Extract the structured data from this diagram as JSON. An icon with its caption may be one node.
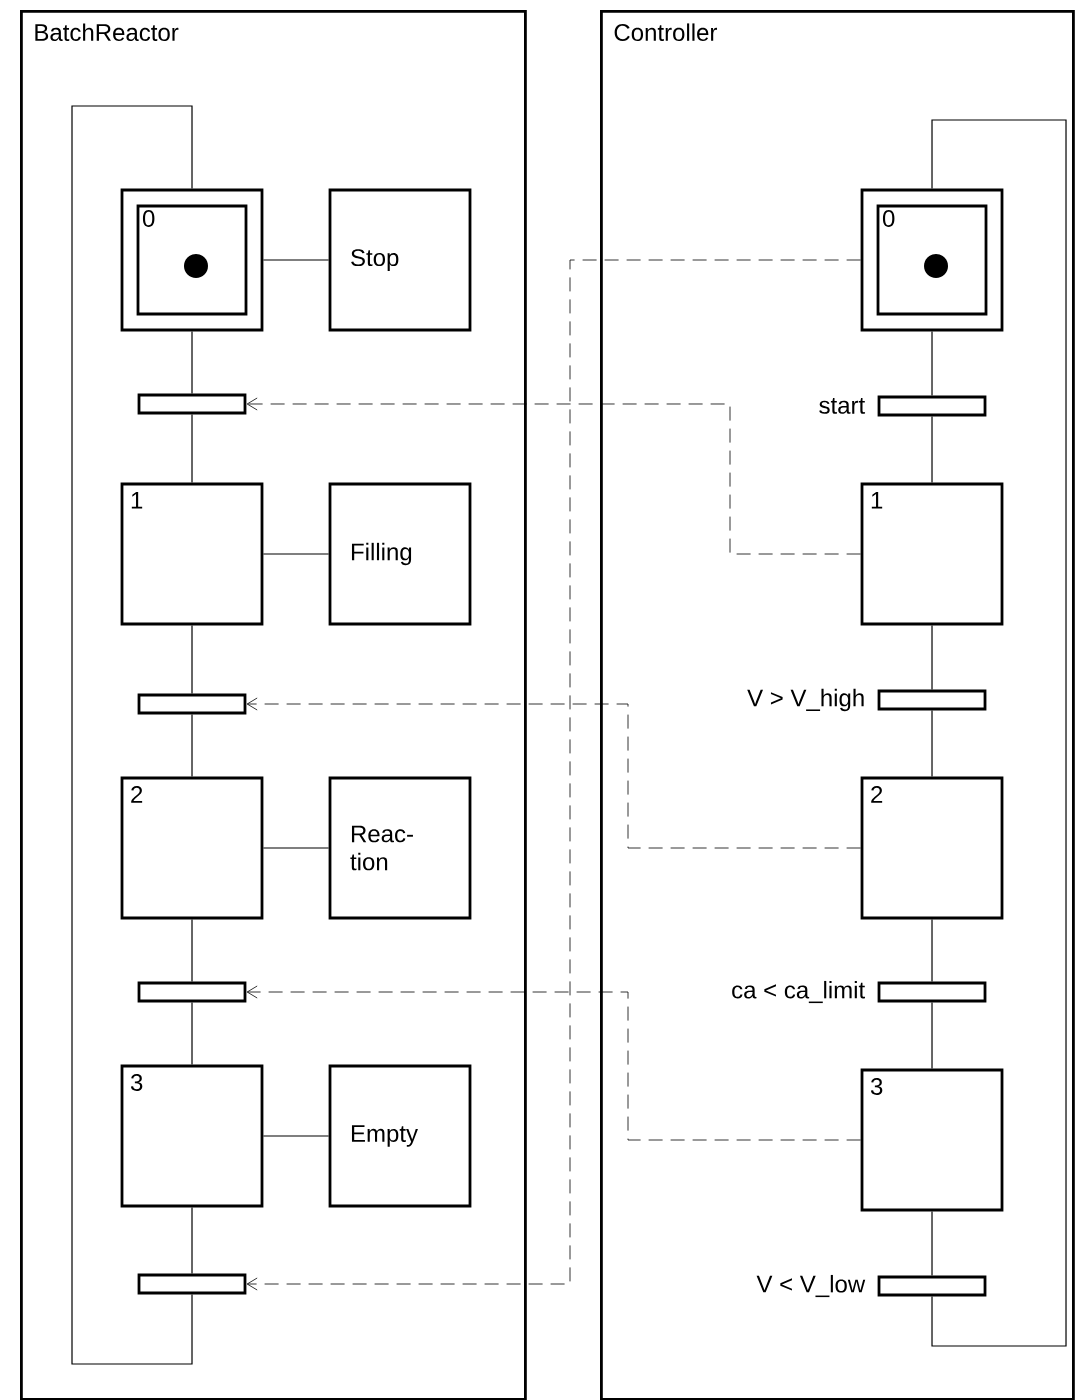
{
  "diagram": {
    "nodes": [
      {
        "text": [
          "BatchReactor"
        ]
      },
      {
        "text": [
          "Controller"
        ]
      },
      {
        "text": [
          "0"
        ],
        "in": 0
      },
      {
        "text": [
          "Stop"
        ],
        "in": 0
      },
      {
        "text": [],
        "shape": "bar",
        "in": 0
      },
      {
        "text": [
          "1"
        ],
        "in": 0
      },
      {
        "text": [
          "Filling"
        ],
        "in": 0
      },
      {
        "text": [],
        "shape": "bar",
        "in": 0
      },
      {
        "text": [
          "2"
        ],
        "in": 0
      },
      {
        "text": [
          "Reac- tion"
        ],
        "in": 0
      },
      {
        "text": [],
        "shape": "bar",
        "in": 0
      },
      {
        "text": [
          "3"
        ],
        "in": 0
      },
      {
        "text": [
          "Empty"
        ],
        "in": 0
      },
      {
        "text": [],
        "shape": "bar",
        "in": 0
      },
      {
        "text": [
          "0"
        ],
        "in": 1
      },
      {
        "text": [],
        "shape": "bar",
        "in": 1,
        "beside": [
          "start"
        ]
      },
      {
        "text": [
          "1"
        ],
        "in": 1
      },
      {
        "text": [],
        "shape": "bar",
        "in": 1,
        "beside": [
          "V > V_high"
        ]
      },
      {
        "text": [
          "2"
        ],
        "in": 1
      },
      {
        "text": [],
        "shape": "bar",
        "in": 1,
        "beside": [
          "ca < ca_limit"
        ]
      },
      {
        "text": [
          "3"
        ],
        "in": 1
      },
      {
        "text": [],
        "shape": "bar",
        "in": 1,
        "beside": [
          "V < V_low"
        ]
      }
    ],
    "edges": [
      {
        "from": 2,
        "to": 3,
        "arrow": "none"
      },
      {
        "from": 2,
        "to": 4,
        "arrow": "none"
      },
      {
        "from": 4,
        "to": 5,
        "arrow": "none"
      },
      {
        "from": 5,
        "to": 6,
        "arrow": "none"
      },
      {
        "from": 5,
        "to": 7,
        "arrow": "none"
      },
      {
        "from": 7,
        "to": 8,
        "arrow": "none"
      },
      {
        "from": 8,
        "to": 9,
        "arrow": "none"
      },
      {
        "from": 8,
        "to": 10,
        "arrow": "none"
      },
      {
        "from": 10,
        "to": 11,
        "arrow": "none"
      },
      {
        "from": 11,
        "to": 12,
        "arrow": "none"
      },
      {
        "from": 11,
        "to": 13,
        "arrow": "none"
      },
      {
        "from": 13,
        "to": 2,
        "arrow": "none"
      },
      {
        "from": 14,
        "to": 15,
        "arrow": "none"
      },
      {
        "from": 15,
        "to": 16,
        "arrow": "none"
      },
      {
        "from": 16,
        "to": 17,
        "arrow": "none"
      },
      {
        "from": 17,
        "to": 18,
        "arrow": "none"
      },
      {
        "from": 18,
        "to": 19,
        "arrow": "none"
      },
      {
        "from": 19,
        "to": 20,
        "arrow": "none"
      },
      {
        "from": 20,
        "to": 21,
        "arrow": "none"
      },
      {
        "from": 21,
        "to": 14,
        "arrow": "none"
      },
      {
        "from": 14,
        "to": 13,
        "arrow": "to",
        "style": "dashed"
      },
      {
        "from": 16,
        "to": 4,
        "arrow": "to",
        "style": "dashed"
      },
      {
        "from": 18,
        "to": 7,
        "arrow": "to",
        "style": "dashed"
      },
      {
        "from": 20,
        "to": 10,
        "arrow": "to",
        "style": "dashed"
      }
    ]
  }
}
